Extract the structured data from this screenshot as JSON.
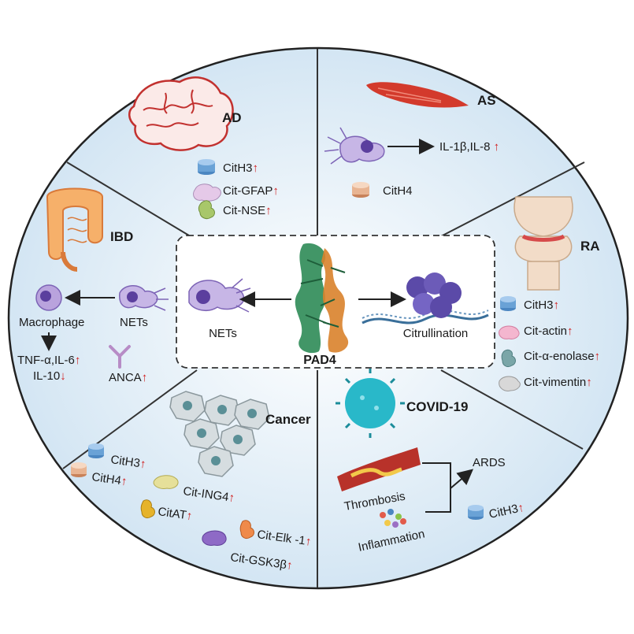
{
  "center": {
    "protein": "PAD4",
    "left_label": "NETs",
    "right_label": "Citrullination"
  },
  "sectors": {
    "ad": {
      "title": "AD",
      "markers": [
        {
          "text": "CitH3",
          "trend": "↑"
        },
        {
          "text": "Cit-GFAP",
          "trend": "↑"
        },
        {
          "text": "Cit-NSE",
          "trend": "↑"
        }
      ]
    },
    "as": {
      "title": "AS",
      "output": "IL-1β,IL-8",
      "output_trend": "↑",
      "marker": "CitH4"
    },
    "ibd": {
      "title": "IBD",
      "nets": "NETs",
      "macrophage": "Macrophage",
      "cytokines_up": "TNF-α,IL-6",
      "cytokines_up_trend": "↑",
      "cytokines_down": "IL-10",
      "cytokines_down_trend": "↓",
      "anca": "ANCA",
      "anca_trend": "↑"
    },
    "ra": {
      "title": "RA",
      "markers": [
        {
          "text": "CitH3",
          "trend": "↑"
        },
        {
          "text": "Cit-actin",
          "trend": "↑"
        },
        {
          "text": "Cit-α-enolase",
          "trend": "↑"
        },
        {
          "text": "Cit-vimentin",
          "trend": "↑"
        }
      ]
    },
    "cancer": {
      "title": "Cancer",
      "markers": [
        {
          "text": "CitH3",
          "trend": "↑"
        },
        {
          "text": "CitH4",
          "trend": "↑"
        },
        {
          "text": "Cit-ING4",
          "trend": "↑"
        },
        {
          "text": "CitAT",
          "trend": "↑"
        },
        {
          "text": "Cit-Elk -1",
          "trend": "↑"
        },
        {
          "text": "Cit-GSK3β",
          "trend": "↑"
        }
      ]
    },
    "covid": {
      "title": "COVID-19",
      "thrombosis": "Thrombosis",
      "inflammation": "Inflammation",
      "ards": "ARDS",
      "marker": {
        "text": "CitH3",
        "trend": "↑"
      }
    }
  },
  "colors": {
    "circle_fill": "#d8e9f5",
    "circle_stroke": "#222222",
    "trend_red": "#d11f1f",
    "net_purple": "#8a6fc4",
    "brain_red": "#c2312f",
    "virus_cyan": "#29b8c9"
  }
}
